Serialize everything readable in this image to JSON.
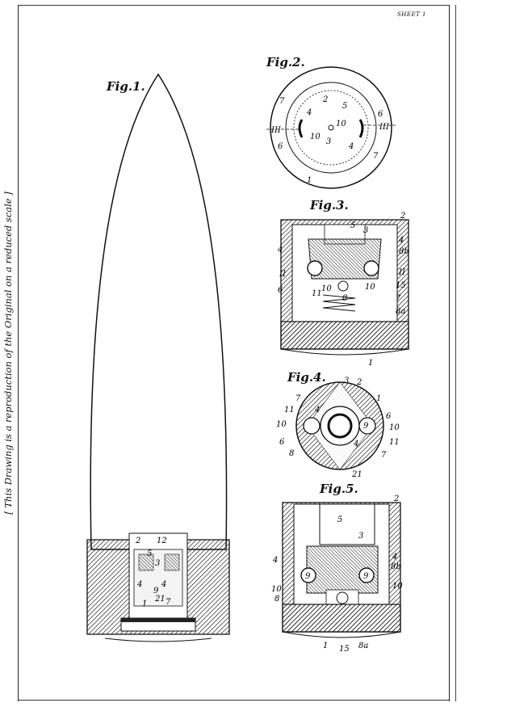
{
  "sheet": {
    "label": "SHEET 1"
  },
  "side_note": "[ This Drawing is a reproduction of the Original on a reduced scale ]",
  "figures": {
    "fig1": "Fig.1.",
    "fig2": "Fig.2.",
    "fig3": "Fig.3.",
    "fig4": "Fig.4.",
    "fig5": "Fig.5."
  }
}
